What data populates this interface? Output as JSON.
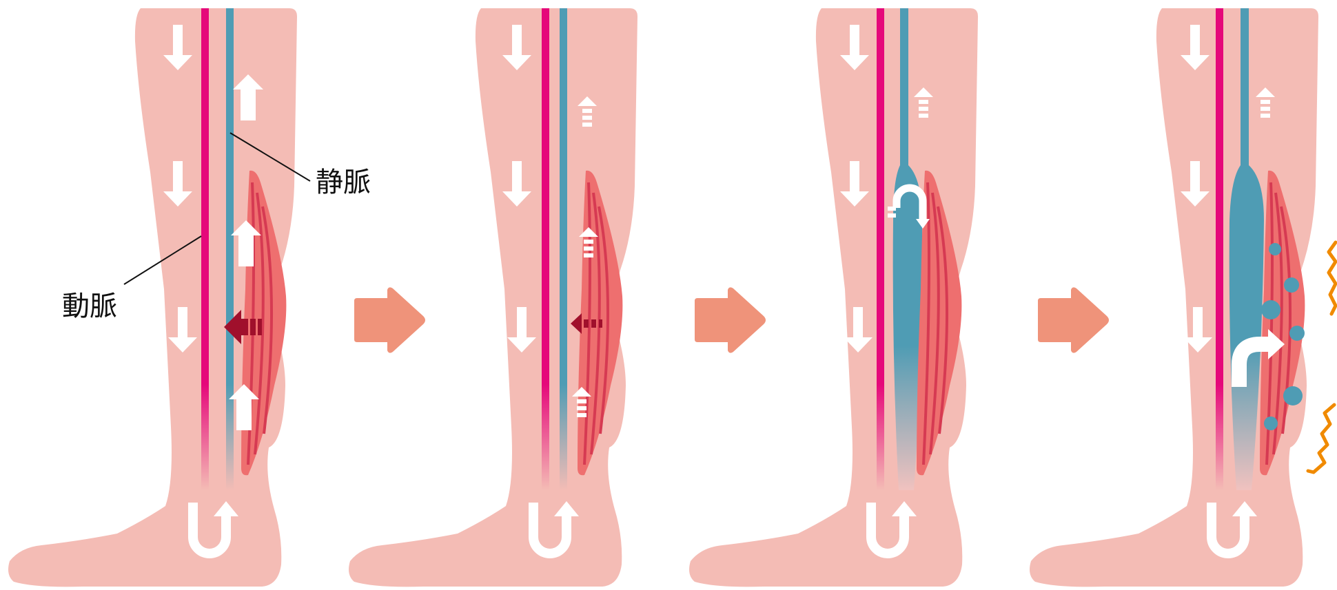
{
  "labels": {
    "vein": "静脈",
    "artery": "動脈"
  },
  "colors": {
    "skin": "#f4bcb5",
    "artery": "#e5087a",
    "vein": "#4f9cb4",
    "muscle": "#ee6f6f",
    "muscle_line": "#d63a52",
    "flow_arrow": "#ffffff",
    "press_arrow": "#a0102c",
    "step_arrow": "#ef937a",
    "clot": "#4f9cb4",
    "pain": "#f08a00"
  },
  "panels": [
    {
      "id": "normal",
      "muscle_pump": "strong",
      "vein_state": "normal"
    },
    {
      "id": "weak",
      "muscle_pump": "weak",
      "vein_state": "normal"
    },
    {
      "id": "pooling",
      "muscle_pump": "weak",
      "vein_state": "backflow-swollen"
    },
    {
      "id": "clot",
      "muscle_pump": "weak",
      "vein_state": "swollen-with-clots",
      "pain": true
    }
  ],
  "step_arrows": 3
}
